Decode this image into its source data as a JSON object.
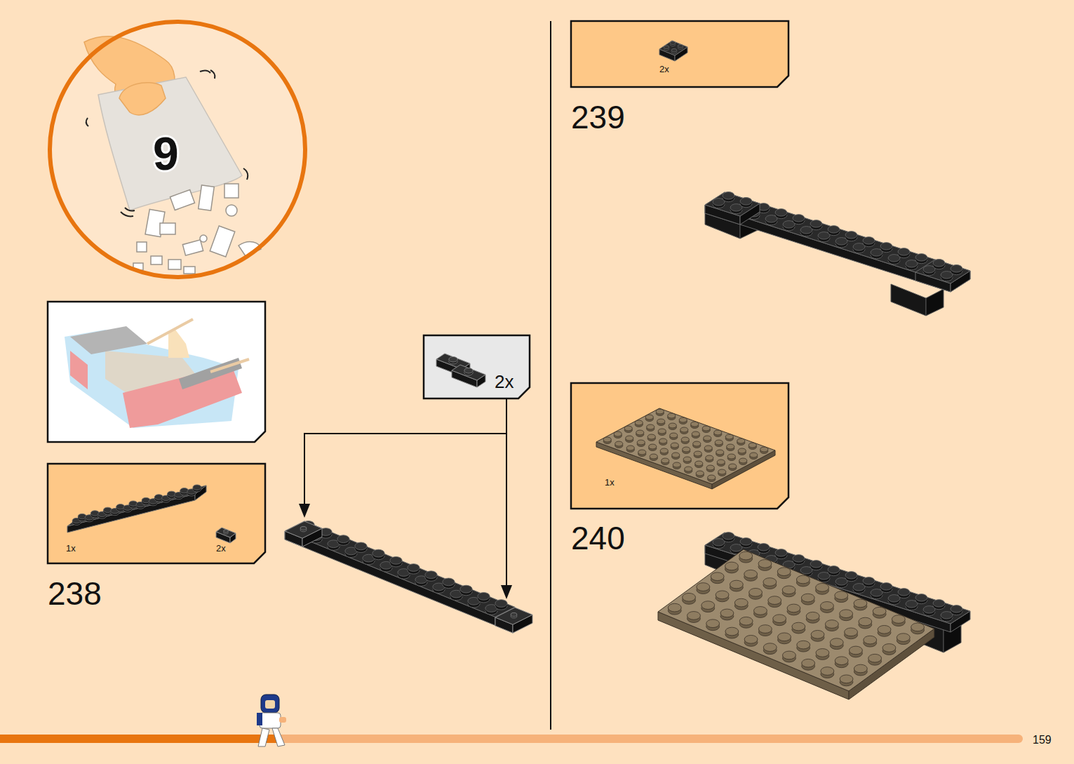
{
  "diagram": {
    "nodes": [
      {
        "text": [
          "9"
        ]
      },
      {
        "text": [
          "1x",
          "2x",
          "238"
        ]
      },
      {
        "text": [
          "2x"
        ]
      },
      {
        "text": [
          "2x",
          "239"
        ]
      },
      {
        "text": [
          "1x",
          "240"
        ]
      }
    ],
    "labels": [
      "159"
    ]
  }
}
